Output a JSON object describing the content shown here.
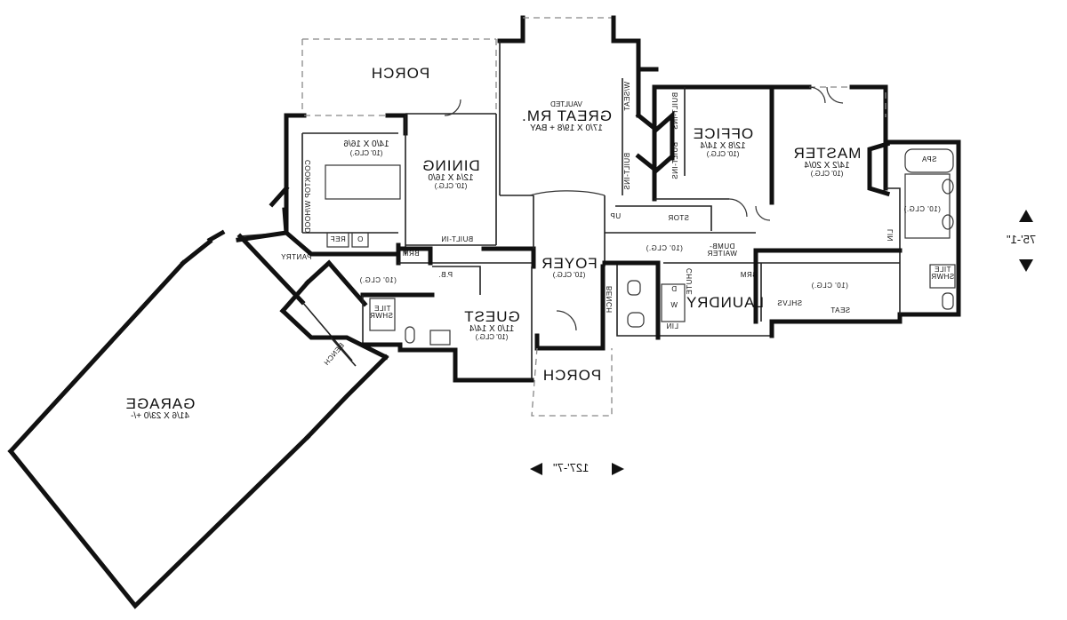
{
  "rooms": {
    "porch_top": {
      "name": "PORCH"
    },
    "great_room": {
      "note": "VAULTED",
      "name": "GREAT RM.",
      "dim": "17/0 X 19/8 + BAY"
    },
    "office": {
      "name": "OFFICE",
      "dim": "12/8 X 14/4",
      "clg": "(10' CLG.)"
    },
    "master": {
      "name": "MASTER",
      "dim": "14/2 X 20/4",
      "clg": "(10' CLG.)"
    },
    "kitchen": {
      "dim": "14/0 X 16/6",
      "clg": "(10' CLG.)"
    },
    "dining": {
      "name": "DINING",
      "dim": "12/4 X 16/0",
      "clg": "(10' CLG.)"
    },
    "foyer": {
      "name": "FOYER",
      "clg": "(10' CLG.)"
    },
    "guest": {
      "name": "GUEST",
      "dim": "11/0 X 14/4",
      "clg": "(10' CLG.)"
    },
    "laundry": {
      "name": "LAUNDRY"
    },
    "porch_front": {
      "name": "PORCH"
    },
    "garage": {
      "name": "GARAGE",
      "dim": "41/6 X 23/0 +/-"
    }
  },
  "labels": {
    "cooktop": "COOKTOP W/HOOD",
    "ref": "REF",
    "o": "O",
    "built_in": "BUILT-IN",
    "pantry": "PANTRY",
    "brm_left": "BRM",
    "pb": "P.B.",
    "brm_right": "BRM",
    "bench_foyer": "BENCH",
    "bench_garage": "BENCH",
    "tile_shwr_left": "TILE SHWR",
    "tile_shwr_right": "TILE SHWR",
    "spa": "SPA",
    "up": "UP",
    "stor": "STOR",
    "dumbwaiter": "DUMB-WAITER",
    "chute": "CHUTE",
    "w": "W",
    "d": "D",
    "lin_laundry": "LIN",
    "lin_master": "LIN",
    "shlvs": "SHLVS",
    "seat": "SEAT",
    "window_seat": "W/SEAT",
    "built_ins_1": "BUILT-INS",
    "built_ins_2": "BUILT-INS",
    "built_ins_3": "BUILT-INS",
    "clg_left": "(10' CLG.)",
    "clg_hall": "(10' CLG.)",
    "clg_closet": "(10' CLG.)",
    "clg_bath": "(10' CLG.)"
  },
  "dimensions": {
    "width": "127'-7\"",
    "depth": "75'-1\""
  }
}
